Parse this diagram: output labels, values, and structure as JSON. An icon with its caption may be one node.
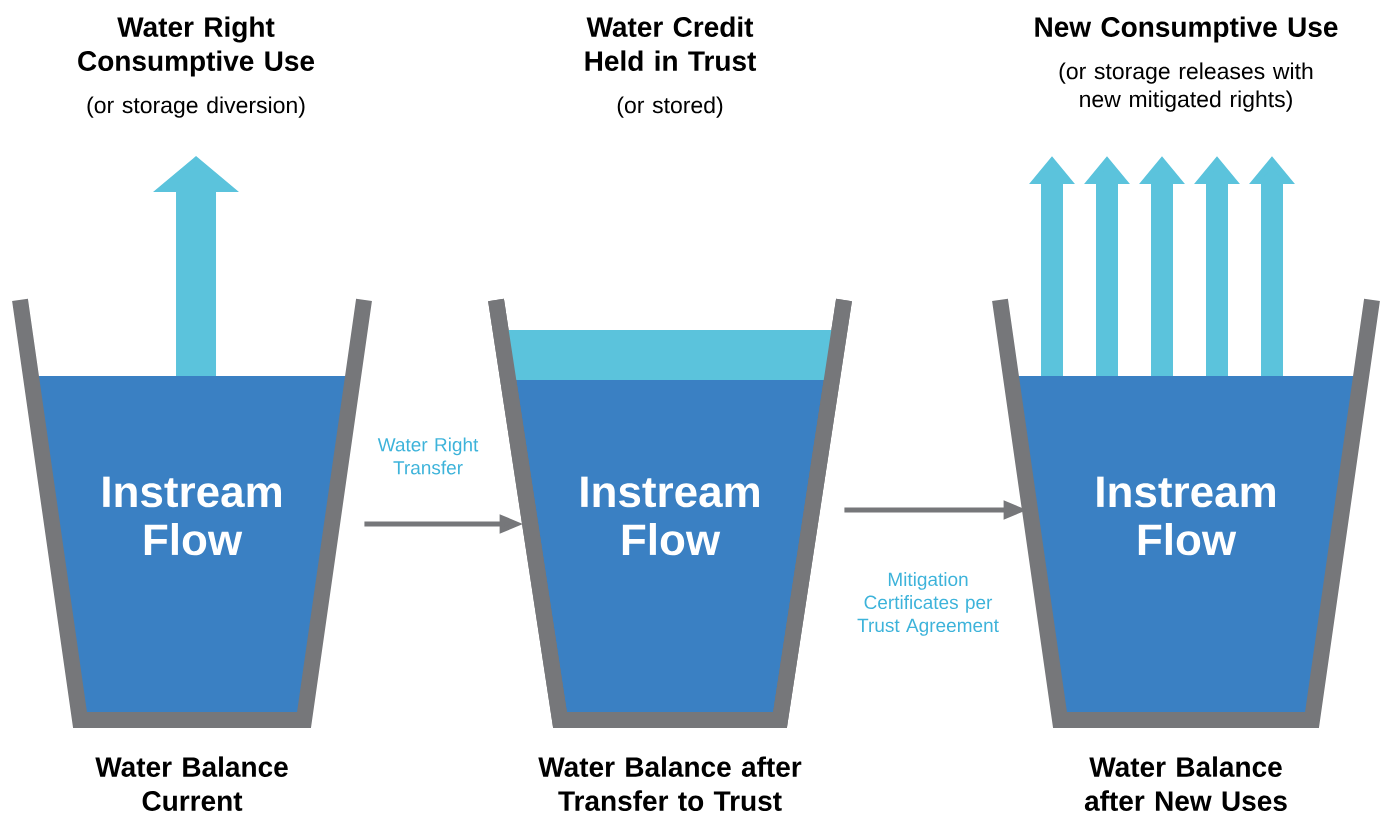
{
  "diagram": {
    "nodes": [
      {
        "text": [
          "Instream Flow"
        ],
        "beside": [
          "Water Right Consumptive Use",
          "(or storage diversion)",
          "Water Balance Current"
        ]
      },
      {
        "text": [
          "Instream Flow"
        ],
        "beside": [
          "Water Credit Held in Trust",
          "(or stored)",
          "Water Balance after Transfer to Trust"
        ]
      },
      {
        "text": [],
        "shape": "bar"
      },
      {
        "text": [
          "Instream Flow"
        ],
        "beside": [
          "New Consumptive Use",
          "(or storage releases with new mitigated rights)",
          "Water Balance after New Uses"
        ]
      }
    ],
    "edges": [
      {
        "from": 0,
        "to": 1,
        "arrow": "to",
        "label": "Water Right Transfer",
        "color": "#76777a"
      },
      {
        "from": 1,
        "to": 3,
        "arrow": "to",
        "label": "Mitigation Certificates per Trust Agreement",
        "color": "#76777a"
      },
      {
        "from": 0,
        "to": null,
        "arrow": "to",
        "style": "thick"
      },
      {
        "from": 3,
        "to": null,
        "arrow": "to"
      },
      {
        "from": 3,
        "to": null,
        "arrow": "to"
      },
      {
        "from": 3,
        "to": null,
        "arrow": "to"
      },
      {
        "from": 3,
        "to": null,
        "arrow": "to"
      },
      {
        "from": 3,
        "to": null,
        "arrow": "to"
      }
    ]
  }
}
